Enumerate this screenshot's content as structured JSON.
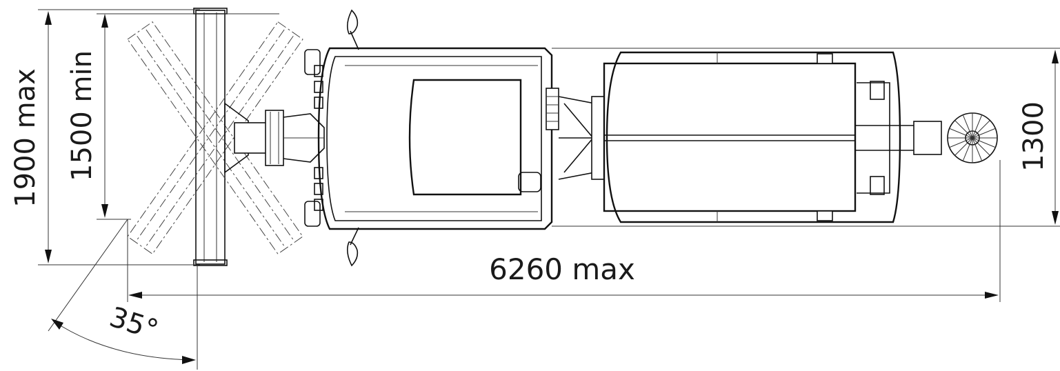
{
  "dimensions": {
    "overall_width": "1900 max",
    "working_width": "1500 min",
    "machine_width": "1300",
    "overall_length": "6260 max",
    "pivot_angle": "35°"
  },
  "components": {
    "front_broom": "angled front sweeping brush (pivoting)",
    "tractor_unit": "articulated tractor unit with cab",
    "hitch": "articulation joint",
    "hopper_unit": "rear hopper / trailer unit",
    "rear_brush": "rear side brush"
  },
  "colors": {
    "line": "#111111",
    "background": "#ffffff"
  }
}
